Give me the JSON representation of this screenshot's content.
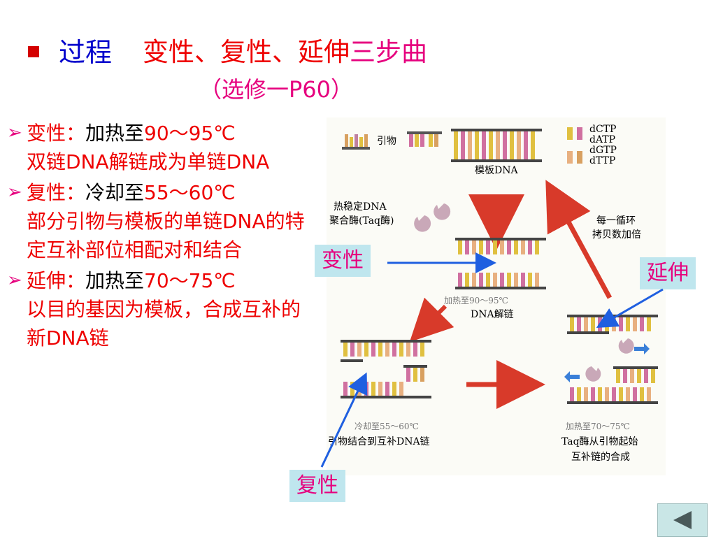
{
  "title": {
    "bullet": "■",
    "main": "过程",
    "steps": "变性、复性、延伸",
    "suffix": "三步曲",
    "subtitle": "（选修一P60）"
  },
  "items": [
    {
      "arrow": "➢",
      "head": "变性：",
      "action": "加热至",
      "temp": "90～95℃",
      "desc": "双链DNA解链成为单链DNA"
    },
    {
      "arrow": "➢",
      "head": "复性：",
      "action": "冷却至",
      "temp": "55～60℃",
      "desc": "部分引物与模板的单链DNA的特定互补部位相配对和结合"
    },
    {
      "arrow": "➢",
      "head": "延伸：",
      "action": "加热至",
      "temp": "70～75℃",
      "desc": "以目的基因为模板，合成互补的新DNA链"
    }
  ],
  "diagram": {
    "primer_label": "引物",
    "template_label": "模板DNA",
    "nucleotides": [
      "dCTP",
      "dATP",
      "dGTP",
      "dTTP"
    ],
    "enzyme_label_1": "热稳定DNA",
    "enzyme_label_2": "聚合酶(Taq酶)",
    "cycle_label_1": "每一循环",
    "cycle_label_2": "拷贝数加倍",
    "denature_temp": "加热至90～95℃",
    "denature_caption": "DNA解链",
    "anneal_temp": "冷却至55～60℃",
    "anneal_caption": "引物结合到互补DNA链",
    "extend_temp": "加热至70～75℃",
    "extend_caption_1": "Taq酶从引物起始",
    "extend_caption_2": "互补链的合成"
  },
  "callouts": {
    "denature": "变性",
    "extend": "延伸",
    "anneal": "复性"
  },
  "colors": {
    "blue_title": "#0000cc",
    "red": "#ee0000",
    "pink": "#e6007e",
    "callout_bg": "#bfe6ee",
    "arrow_blue": "#1f5fe0"
  },
  "nav": {
    "icon": "triangle-left-icon"
  }
}
